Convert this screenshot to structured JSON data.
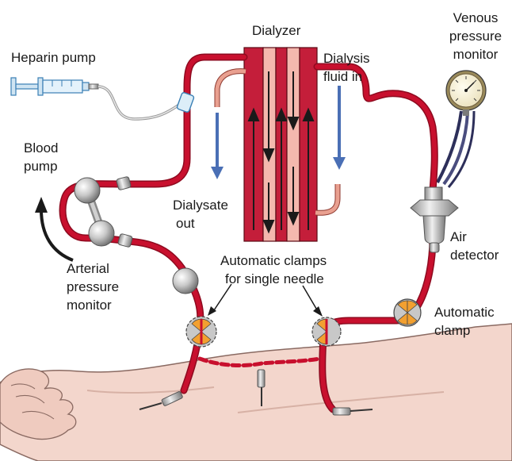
{
  "labels": {
    "dialyzer": "Dialyzer",
    "venous_1": "Venous",
    "venous_2": "pressure",
    "venous_3": "monitor",
    "heparin_pump": "Heparin pump",
    "dialysis_fluid_1": "Dialysis",
    "dialysis_fluid_2": "fluid in",
    "blood_pump_1": "Blood",
    "blood_pump_2": "pump",
    "dialysate_1": "Dialysate",
    "dialysate_2": "out",
    "air_detector_1": "Air",
    "air_detector_2": "detector",
    "arterial_1": "Arterial",
    "arterial_2": "pressure",
    "arterial_3": "monitor",
    "clamps_1": "Automatic clamps",
    "clamps_2": "for single needle",
    "auto_clamp_1": "Automatic",
    "auto_clamp_2": "clamp"
  },
  "colors": {
    "blood_tube": "#c8102e",
    "blood_tube_dark": "#8e0a1f",
    "dialyzer_dark": "#c41e3a",
    "dialyzer_light": "#f4b8ae",
    "fluid_arrow": "#4a6fb5",
    "skin": "#f3d6cc",
    "skin_outline": "#8a6a62",
    "clamp_orange": "#f2a030",
    "metal": "#b8b8b8"
  }
}
